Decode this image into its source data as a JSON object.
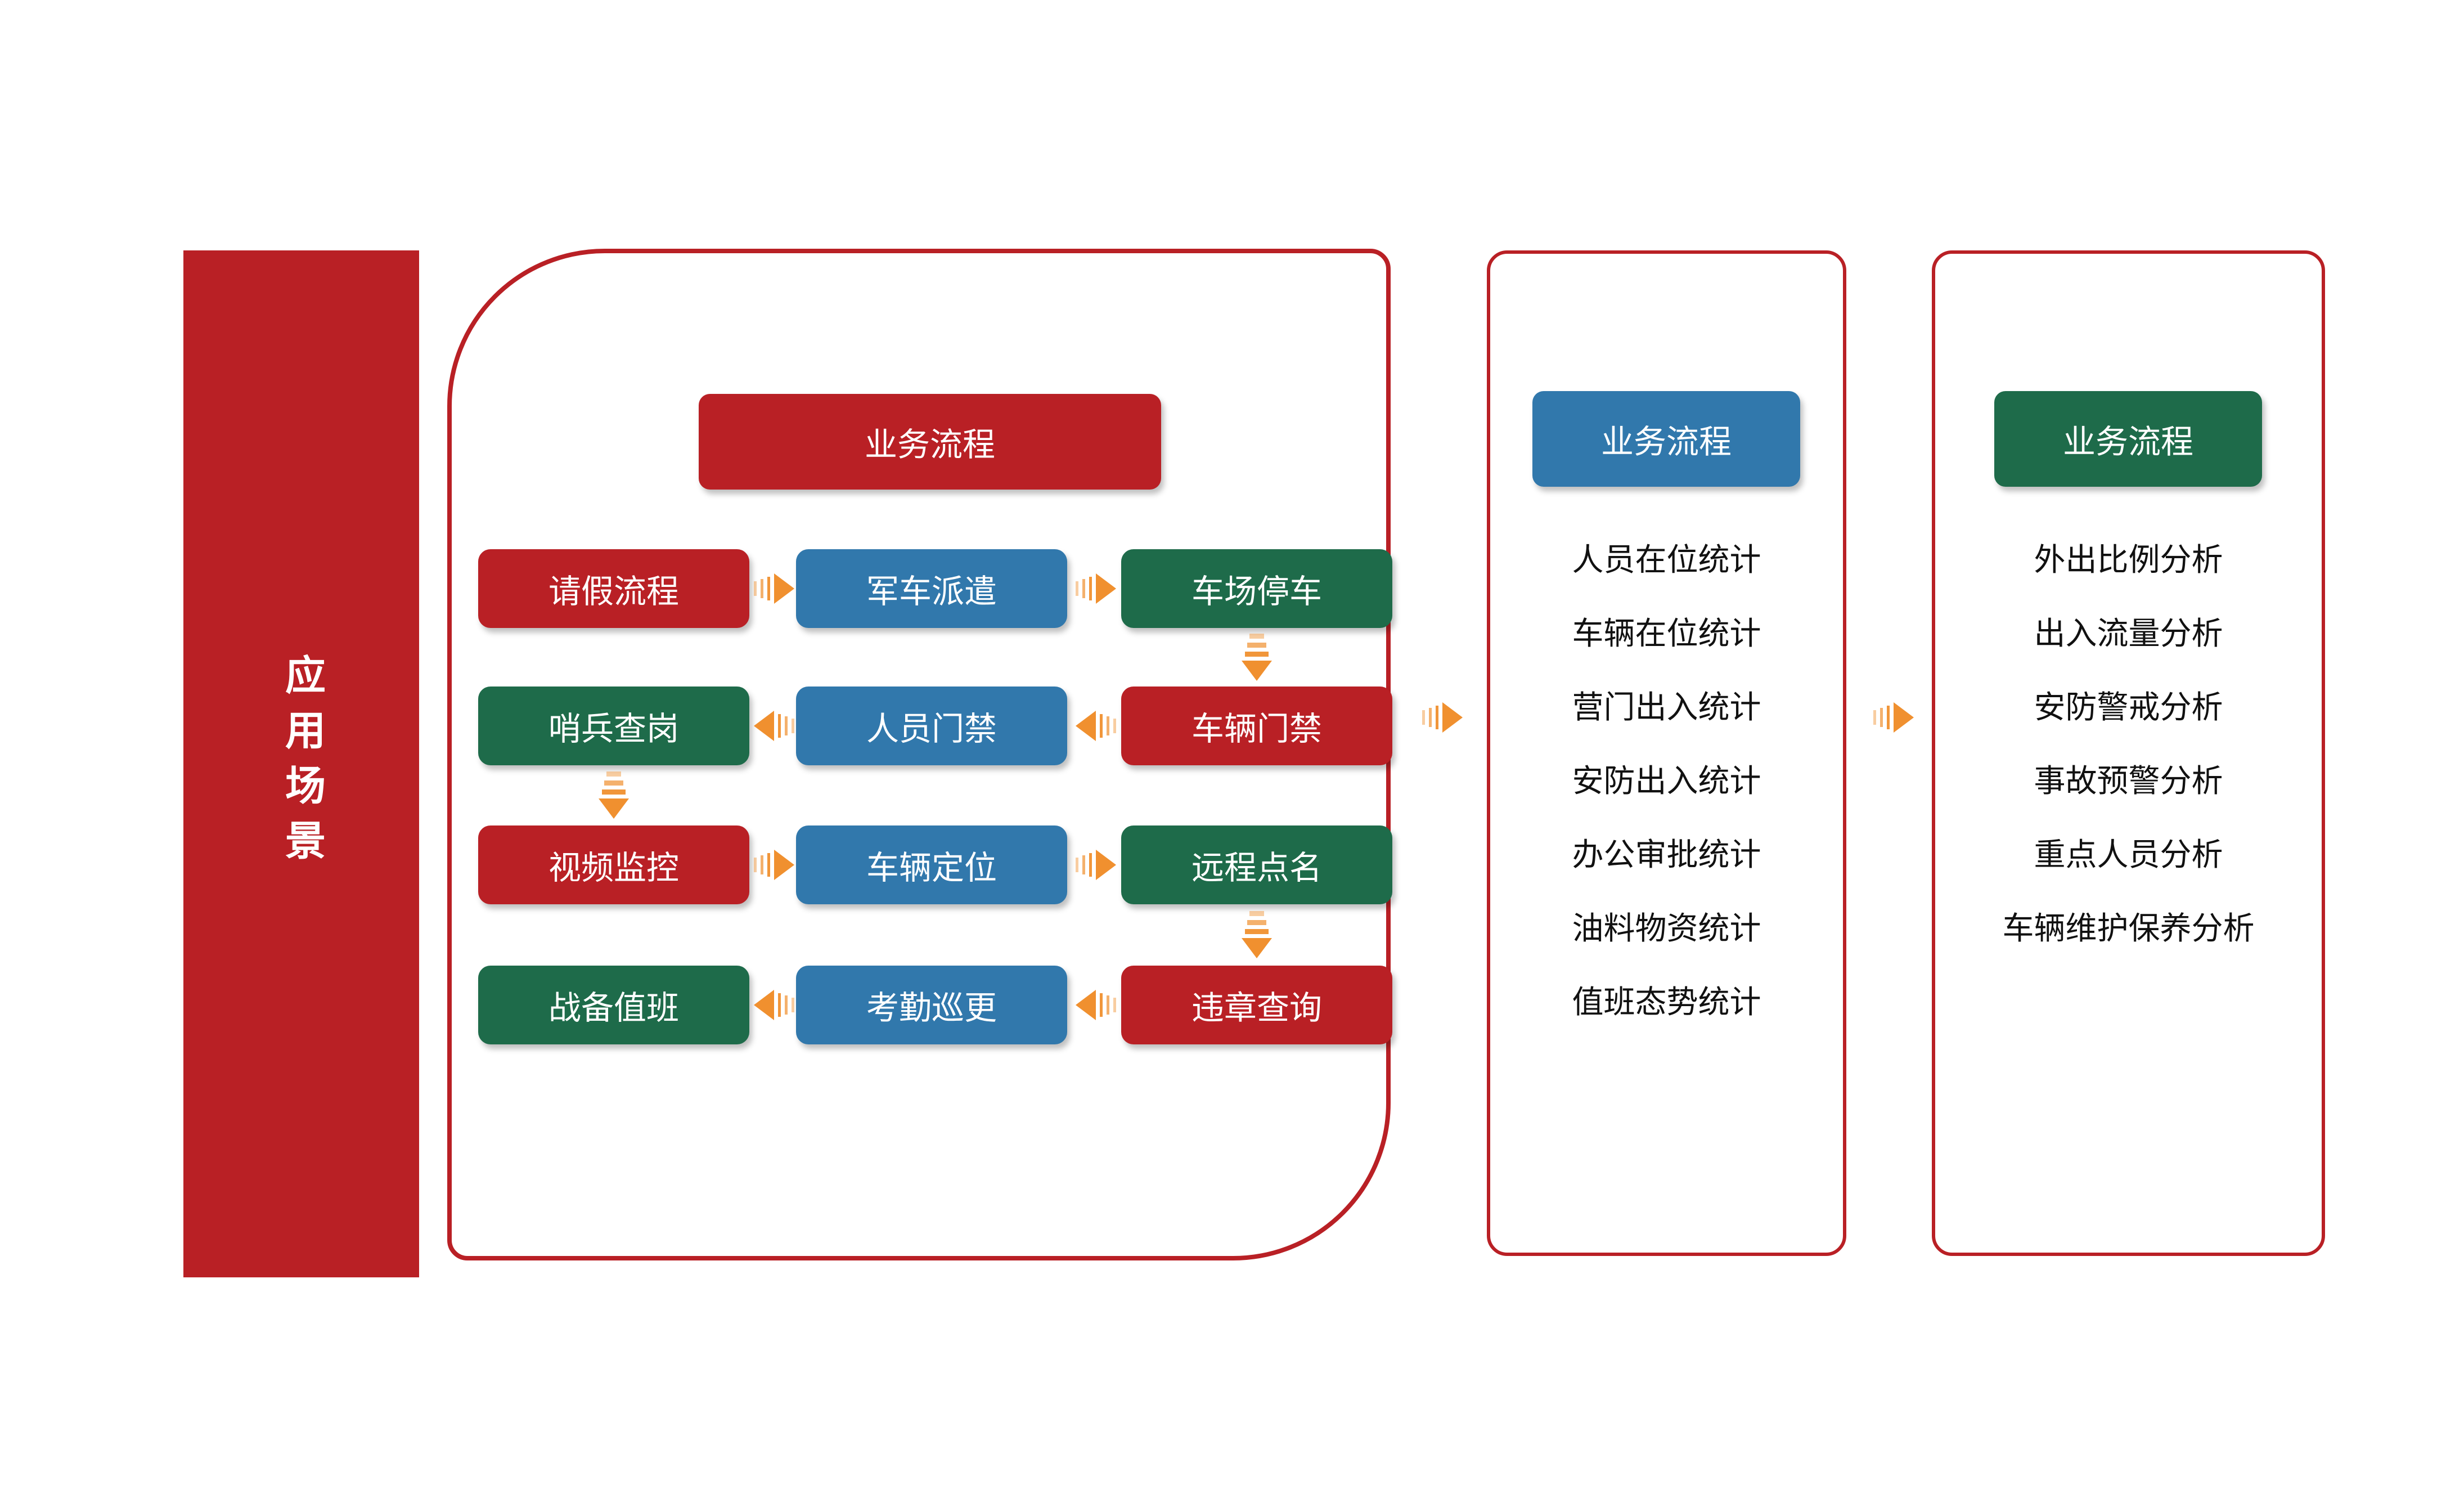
{
  "sidebar": {
    "label": "应用场景"
  },
  "flow_panel": {
    "header": "业务流程",
    "rows": [
      {
        "cells": [
          "请假流程",
          "军车派遣",
          "车场停车"
        ],
        "direction": "right"
      },
      {
        "cells": [
          "哨兵查岗",
          "人员门禁",
          "车辆门禁"
        ],
        "direction": "left"
      },
      {
        "cells": [
          "视频监控",
          "车辆定位",
          "远程点名"
        ],
        "direction": "right"
      },
      {
        "cells": [
          "战备值班",
          "考勤巡更",
          "违章查询"
        ],
        "direction": "left"
      }
    ]
  },
  "stats_panel": {
    "header": "业务流程",
    "items": [
      "人员在位统计",
      "车辆在位统计",
      "营门出入统计",
      "安防出入统计",
      "办公审批统计",
      "油料物资统计",
      "值班态势统计"
    ]
  },
  "analysis_panel": {
    "header": "业务流程",
    "items": [
      "外出比例分析",
      "出入流量分析",
      "安防警戒分析",
      "事故预警分析",
      "重点人员分析",
      "车辆维护保养分析"
    ]
  },
  "colors": {
    "red": "#B92025",
    "blue": "#3178AC",
    "green": "#1E6B4A",
    "orange": "#F0902F",
    "panel_border": "#B92025",
    "list_text": "#111111"
  }
}
